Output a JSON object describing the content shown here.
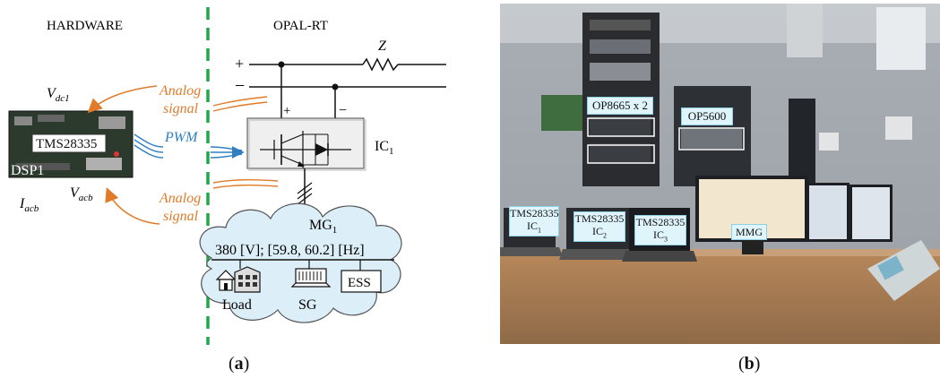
{
  "panel_a": {
    "hardware_label": "HARDWARE",
    "opal_label": "OPAL-RT",
    "impedance_label": "Z",
    "plus_sign": "+",
    "minus_sign": "−",
    "inv_plus": "+",
    "inv_minus": "−",
    "vdc_main": "V",
    "vdc_sub": "dc1",
    "analog_signal_top_1": "Analog",
    "analog_signal_top_2": "signal",
    "pwm_label": "PWM",
    "analog_signal_bot_1": "Analog",
    "analog_signal_bot_2": "signal",
    "board_chip_label": "TMS28335",
    "board_name": "DSP1",
    "iacb_main": "I",
    "iacb_sub": "acb",
    "vacb_main": "V",
    "vacb_sub": "acb",
    "ic_main": "IC",
    "ic_sub": "1",
    "mg_main": "MG",
    "mg_sub": "1",
    "mg_rating": "380 [V]; [59.8, 60.2] [Hz]",
    "load_label": "Load",
    "sg_label": "SG",
    "ess_label": "ESS",
    "caption_open": "(",
    "caption_letter": "a",
    "caption_close": ")",
    "colors": {
      "orange": "#e07b2a",
      "blue": "#2f7fc1",
      "green": "#1ea84a"
    }
  },
  "panel_b": {
    "op8665_label": "OP8665 x 2",
    "op5600_label": "OP5600",
    "tms_1_main": "TMS28335",
    "tms_1_sub_main": "IC",
    "tms_1_sub": "1",
    "tms_2_main": "TMS28335",
    "tms_2_sub_main": "IC",
    "tms_2_sub": "2",
    "tms_3_main": "TMS28335",
    "tms_3_sub_main": "IC",
    "tms_3_sub": "3",
    "mmg_label": "MMG",
    "caption_open": "(",
    "caption_letter": "b",
    "caption_close": ")"
  }
}
